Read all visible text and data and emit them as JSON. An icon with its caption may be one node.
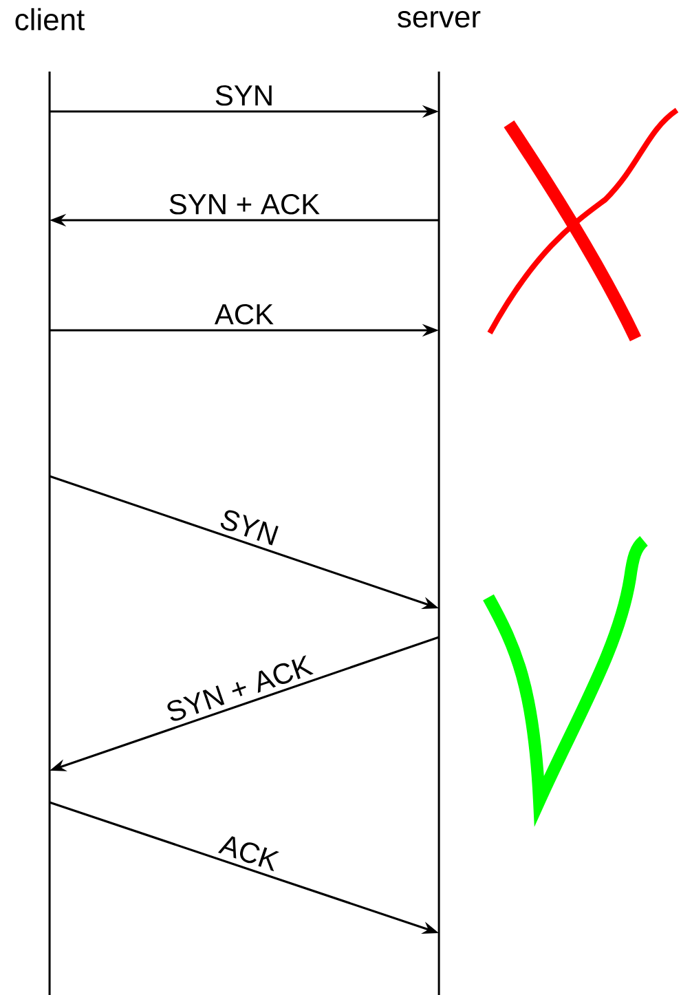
{
  "diagram": {
    "nodes": [
      {
        "text": [
          "client"
        ]
      },
      {
        "text": [
          "server"
        ]
      }
    ],
    "edges": [
      {
        "from": 0,
        "to": 1,
        "arrow": "to",
        "label": "SYN"
      },
      {
        "from": 1,
        "to": 0,
        "arrow": "to",
        "label": "SYN + ACK"
      },
      {
        "from": 0,
        "to": 1,
        "arrow": "to",
        "label": "ACK"
      },
      {
        "from": 0,
        "to": 1,
        "arrow": "to",
        "label": "SYN"
      },
      {
        "from": 1,
        "to": 0,
        "arrow": "to",
        "label": "SYN + ACK"
      },
      {
        "from": 0,
        "to": 1,
        "arrow": "to",
        "label": "ACK"
      }
    ]
  }
}
